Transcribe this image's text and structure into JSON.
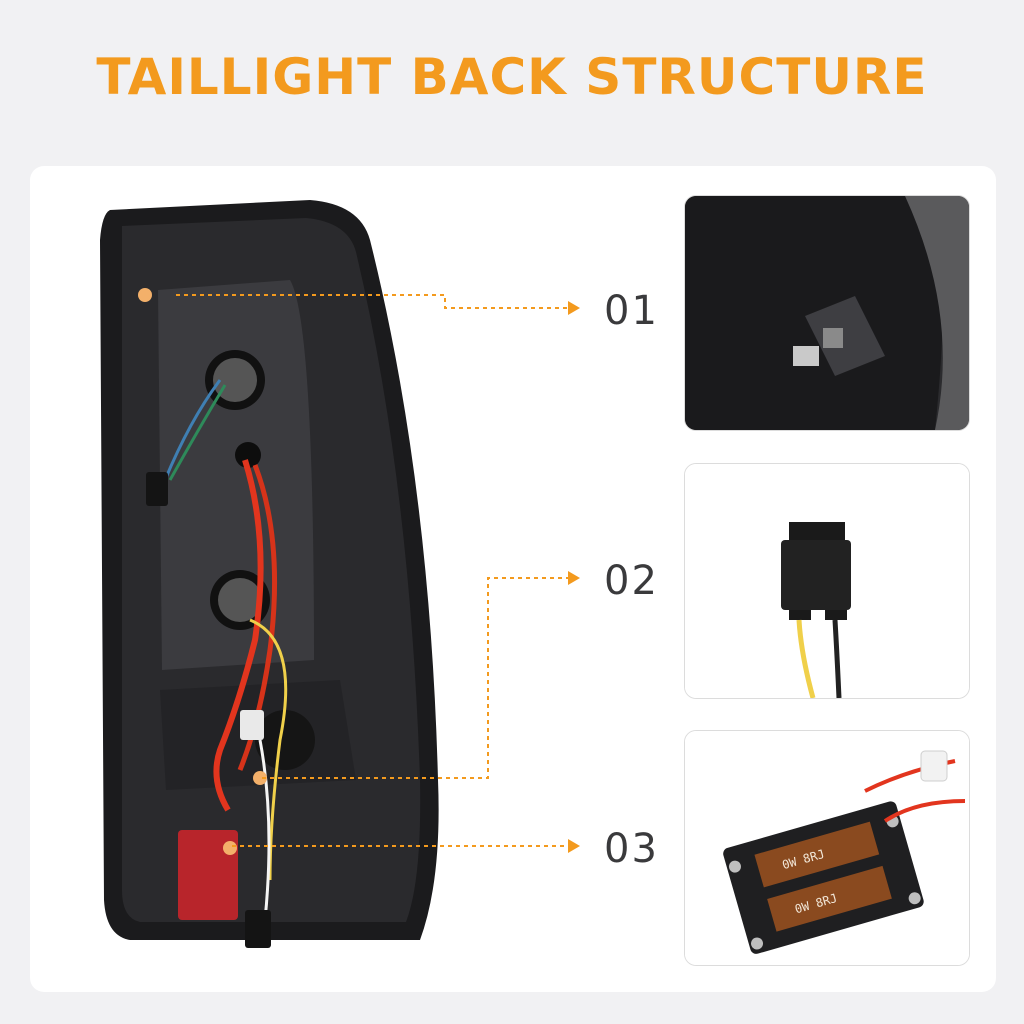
{
  "page": {
    "title": "TAILLIGHT BACK STRUCTURE",
    "accent_color": "#f39a1e"
  },
  "main_photo": {
    "subject": "taillight-housing-back-view"
  },
  "callouts": [
    {
      "number": "01",
      "detail_icon": "mounting-clip-photo"
    },
    {
      "number": "02",
      "detail_icon": "wire-connector-plug-photo"
    },
    {
      "number": "03",
      "detail_icon": "load-resistor-photo",
      "resistor_label": "0W 8RJ"
    }
  ]
}
